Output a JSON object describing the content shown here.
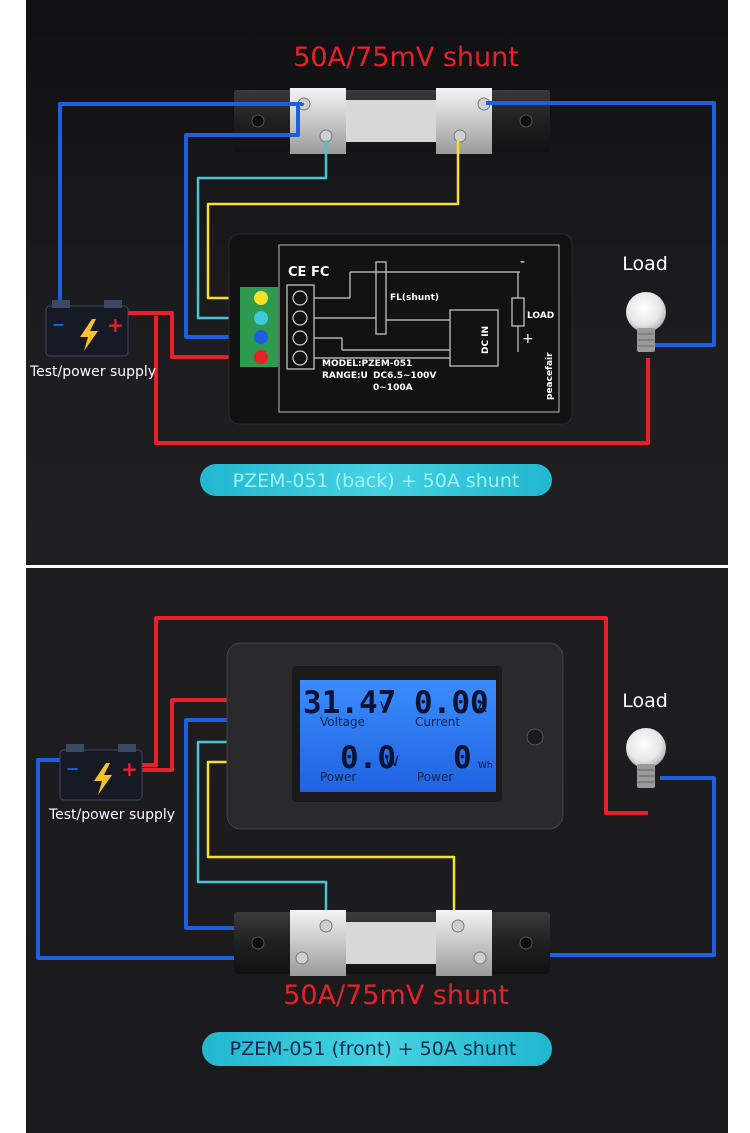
{
  "top_section": {
    "shunt_title": "50A/75mV shunt",
    "load_label": "Load",
    "supply_label": "Test/power supply",
    "caption": "PZEM-051 (back) + 50A shunt",
    "back_panel": {
      "certifications": "CE FC",
      "shunt_label": "FL(shunt)",
      "load_label": "LOAD",
      "dc_in_label": "DC IN",
      "model": "MODEL:PZEM-051",
      "range_label": "RANGE:U",
      "range_voltage": "DC6.5~100V",
      "range_current": "0~100A",
      "brand": "peacefair",
      "minus_sign": "-",
      "plus_sign": "+"
    }
  },
  "bottom_section": {
    "shunt_title": "50A/75mV shunt",
    "load_label": "Load",
    "supply_label": "Test/power supply",
    "caption": "PZEM-051 (front) + 50A shunt",
    "display": {
      "voltage_value": "31.47",
      "voltage_unit": "V",
      "voltage_label": "Voltage",
      "current_value": "0.00",
      "current_unit": "A",
      "current_label": "Current",
      "power_value": "0.0",
      "power_unit": "W",
      "power_label": "Power",
      "energy_value": "0",
      "energy_unit": "Wh",
      "energy_label": "Power"
    }
  },
  "colors": {
    "wire_blue": "#1d5fe0",
    "wire_red": "#e8202a",
    "wire_yellow": "#f3e227",
    "wire_cyan": "#3ec8dc",
    "lcd_blue": "#2f7df2",
    "pill_cyan": "#35c8da",
    "title_red": "#e8202a"
  },
  "icons": [
    "battery-icon",
    "lightning-icon",
    "lightbulb-icon",
    "shunt-icon",
    "meter-icon"
  ]
}
